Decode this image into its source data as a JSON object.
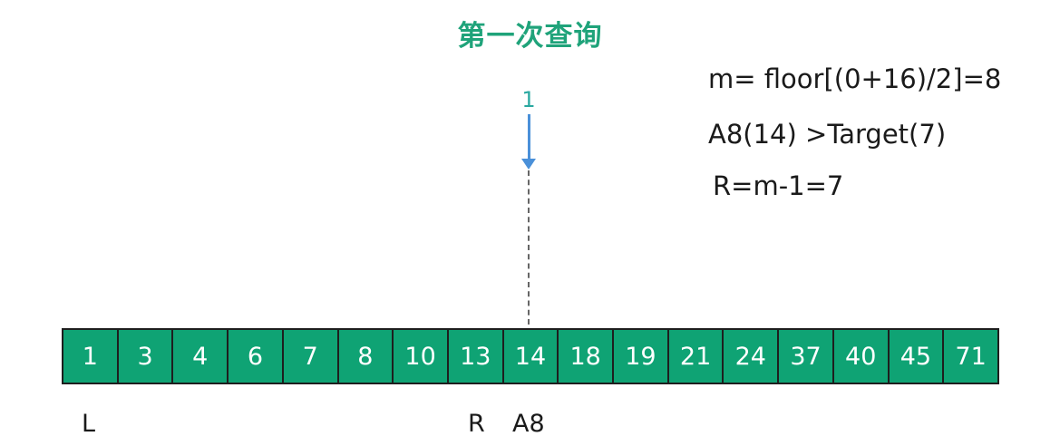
{
  "title": "第一次查询",
  "annotations": [
    "m= floor[(0+16)/2]=8",
    "A8(14)  >Target(7)",
    "R=m-1=7"
  ],
  "pointer": {
    "label": "1",
    "arrow_color": "#4a90d9",
    "label_color": "#2aa8a0"
  },
  "array": {
    "values": [
      "1",
      "3",
      "4",
      "6",
      "7",
      "8",
      "10",
      "13",
      "14",
      "18",
      "19",
      "21",
      "24",
      "37",
      "40",
      "45",
      "71"
    ],
    "cell_color": "#0fa374",
    "border_color": "#1e1e1e"
  },
  "markers": {
    "left": "L",
    "right": "R",
    "mid": "A8"
  },
  "colors": {
    "title": "#1fa37a",
    "text": "#1a1a1a"
  }
}
